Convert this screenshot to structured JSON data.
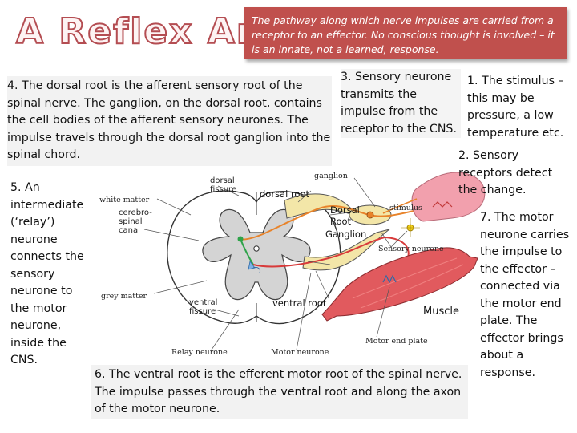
{
  "title": "A Reflex Arc",
  "intro": "The pathway along which nerve impulses are carried from a receptor to an effector. No conscious thought is involved – it is an innate, not a learned, response.",
  "steps": {
    "s1": "1. The stimulus – this may be pressure, a low temperature etc.",
    "s2": "2. Sensory receptors detect the change.",
    "s3": "3. Sensory neurone transmits the impulse from the receptor to the CNS.",
    "s4": "4. The dorsal root is the afferent sensory root of the spinal nerve. The ganglion, on the dorsal root, contains the cell bodies of the afferent sensory neurones. The impulse travels through the dorsal root ganglion into the spinal chord.",
    "s5": "5. An intermediate (‘relay’) neurone connects the sensory neurone to the motor neurone, inside the CNS.",
    "s6": "6. The ventral root is the efferent motor root of the spinal nerve. The impulse passes through the ventral root and along the axon of the motor neurone.",
    "s7": "7. The motor neurone carries the impulse to the effector – connected via the motor end plate. The effector brings about a response."
  },
  "diagram_labels": {
    "white_matter": "white matter",
    "dorsal_fissure_1": "dorsal",
    "dorsal_fissure_2": "fissure",
    "dorsal_root": "dorsal root",
    "ganglion": "ganglion",
    "dorsal_root_ganglion_1": "Dorsal",
    "dorsal_root_ganglion_2": "Root",
    "dorsal_root_ganglion_3": "Ganglion",
    "stimulus": "stimulus",
    "cerebrospinal_1": "cerebro-",
    "cerebrospinal_2": "spinal",
    "cerebrospinal_3": "canal",
    "sensory_neurone": "Sensory neurone",
    "grey_matter": "grey matter",
    "ventral_fissure_1": "ventral",
    "ventral_fissure_2": "fissure",
    "ventral_root": "ventral root",
    "muscle": "Muscle",
    "motor_end_plate": "Motor end plate",
    "relay_neurone": "Relay neurone",
    "motor_neurone": "Motor neurone"
  },
  "colors": {
    "title_outline": "#b44d52",
    "intro_bg": "#c0504d",
    "sensory_neurone": "#e8832a",
    "motor_neurone": "#d83a3a",
    "relay_neurone": "#2fa34a",
    "muscle": "#e15a5e",
    "finger": "#f2a0ad",
    "root": "#f3e6a8"
  }
}
